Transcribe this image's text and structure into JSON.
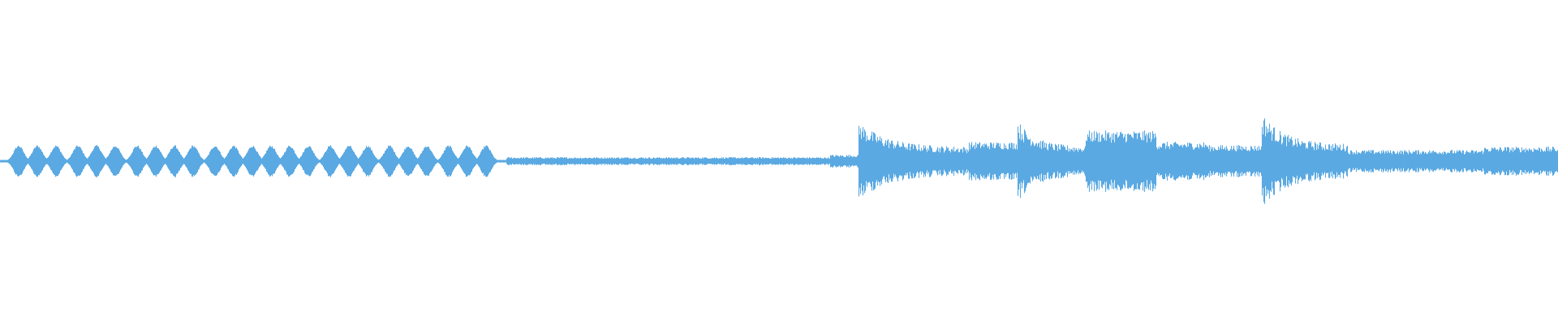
{
  "waveform": {
    "color": "#5aa9e2",
    "background": "#ffffff",
    "segments": [
      {
        "name": "intro-pulses",
        "start": 0.0,
        "end": 0.325,
        "style": "pulses",
        "level": 0.1
      },
      {
        "name": "quiet-bed",
        "start": 0.325,
        "end": 0.533,
        "style": "noise",
        "level": 0.025
      },
      {
        "name": "low-level-bed",
        "start": 0.533,
        "end": 0.551,
        "style": "noise",
        "level": 0.04
      },
      {
        "name": "section-a-attack",
        "start": 0.551,
        "end": 0.622,
        "style": "decay",
        "level": 0.25
      },
      {
        "name": "section-a-bed",
        "start": 0.622,
        "end": 0.653,
        "style": "noise",
        "level": 0.12
      },
      {
        "name": "section-b-attack",
        "start": 0.653,
        "end": 0.697,
        "style": "decay",
        "level": 0.26
      },
      {
        "name": "section-c",
        "start": 0.697,
        "end": 0.742,
        "style": "noise",
        "level": 0.19
      },
      {
        "name": "section-c-tail",
        "start": 0.742,
        "end": 0.775,
        "style": "noise",
        "level": 0.12
      },
      {
        "name": "section-d",
        "start": 0.775,
        "end": 0.81,
        "style": "noise",
        "level": 0.1
      },
      {
        "name": "section-e-attack",
        "start": 0.81,
        "end": 0.865,
        "style": "decay",
        "level": 0.3
      },
      {
        "name": "section-e-bed",
        "start": 0.865,
        "end": 0.952,
        "style": "noise",
        "level": 0.07
      },
      {
        "name": "outro",
        "start": 0.952,
        "end": 1.0,
        "style": "noise",
        "level": 0.09
      }
    ]
  }
}
